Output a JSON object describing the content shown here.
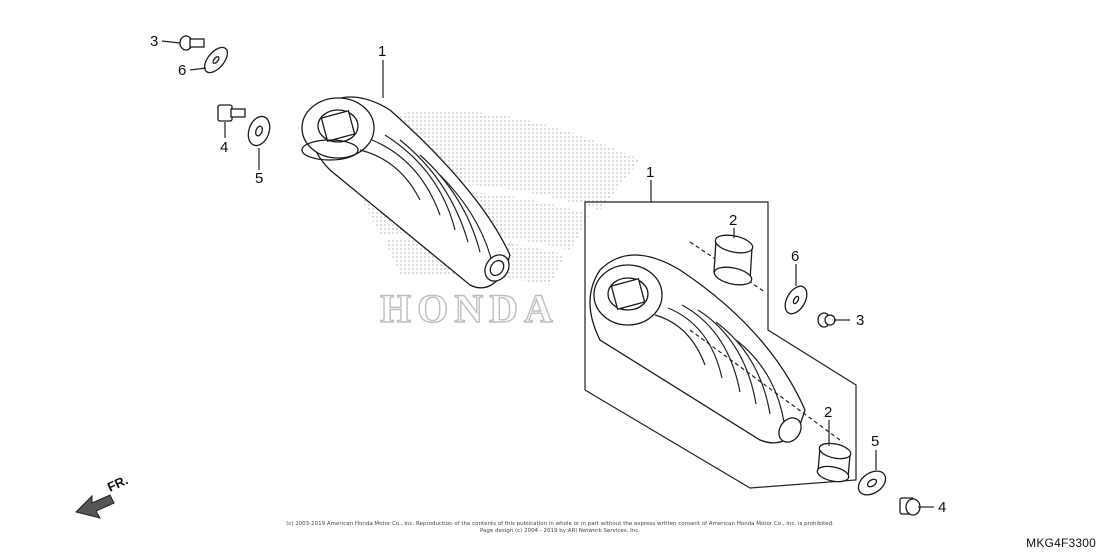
{
  "callouts": {
    "c1a": "1",
    "c1b": "1",
    "c2a": "2",
    "c2b": "2",
    "c3a": "3",
    "c3b": "3",
    "c4a": "4",
    "c4b": "4",
    "c5a": "5",
    "c5b": "5",
    "c6a": "6",
    "c6b": "6"
  },
  "direction_label": "FR.",
  "watermark_text": "HONDA",
  "copyright_line1": "(c) 2003-2019 American Honda Motor Co., Inc. Reproduction of the contents of this publication in whole or in part without the express written consent of American Honda Motor Co., Inc. is prohibited.",
  "copyright_line2": "Page design (c) 2004 - 2019 by ARI Network Services, Inc.",
  "diagram_id": "MKG4F3300",
  "colors": {
    "line": "#1a1a1a",
    "watermark": "#b8b8b8",
    "background": "#ffffff"
  }
}
